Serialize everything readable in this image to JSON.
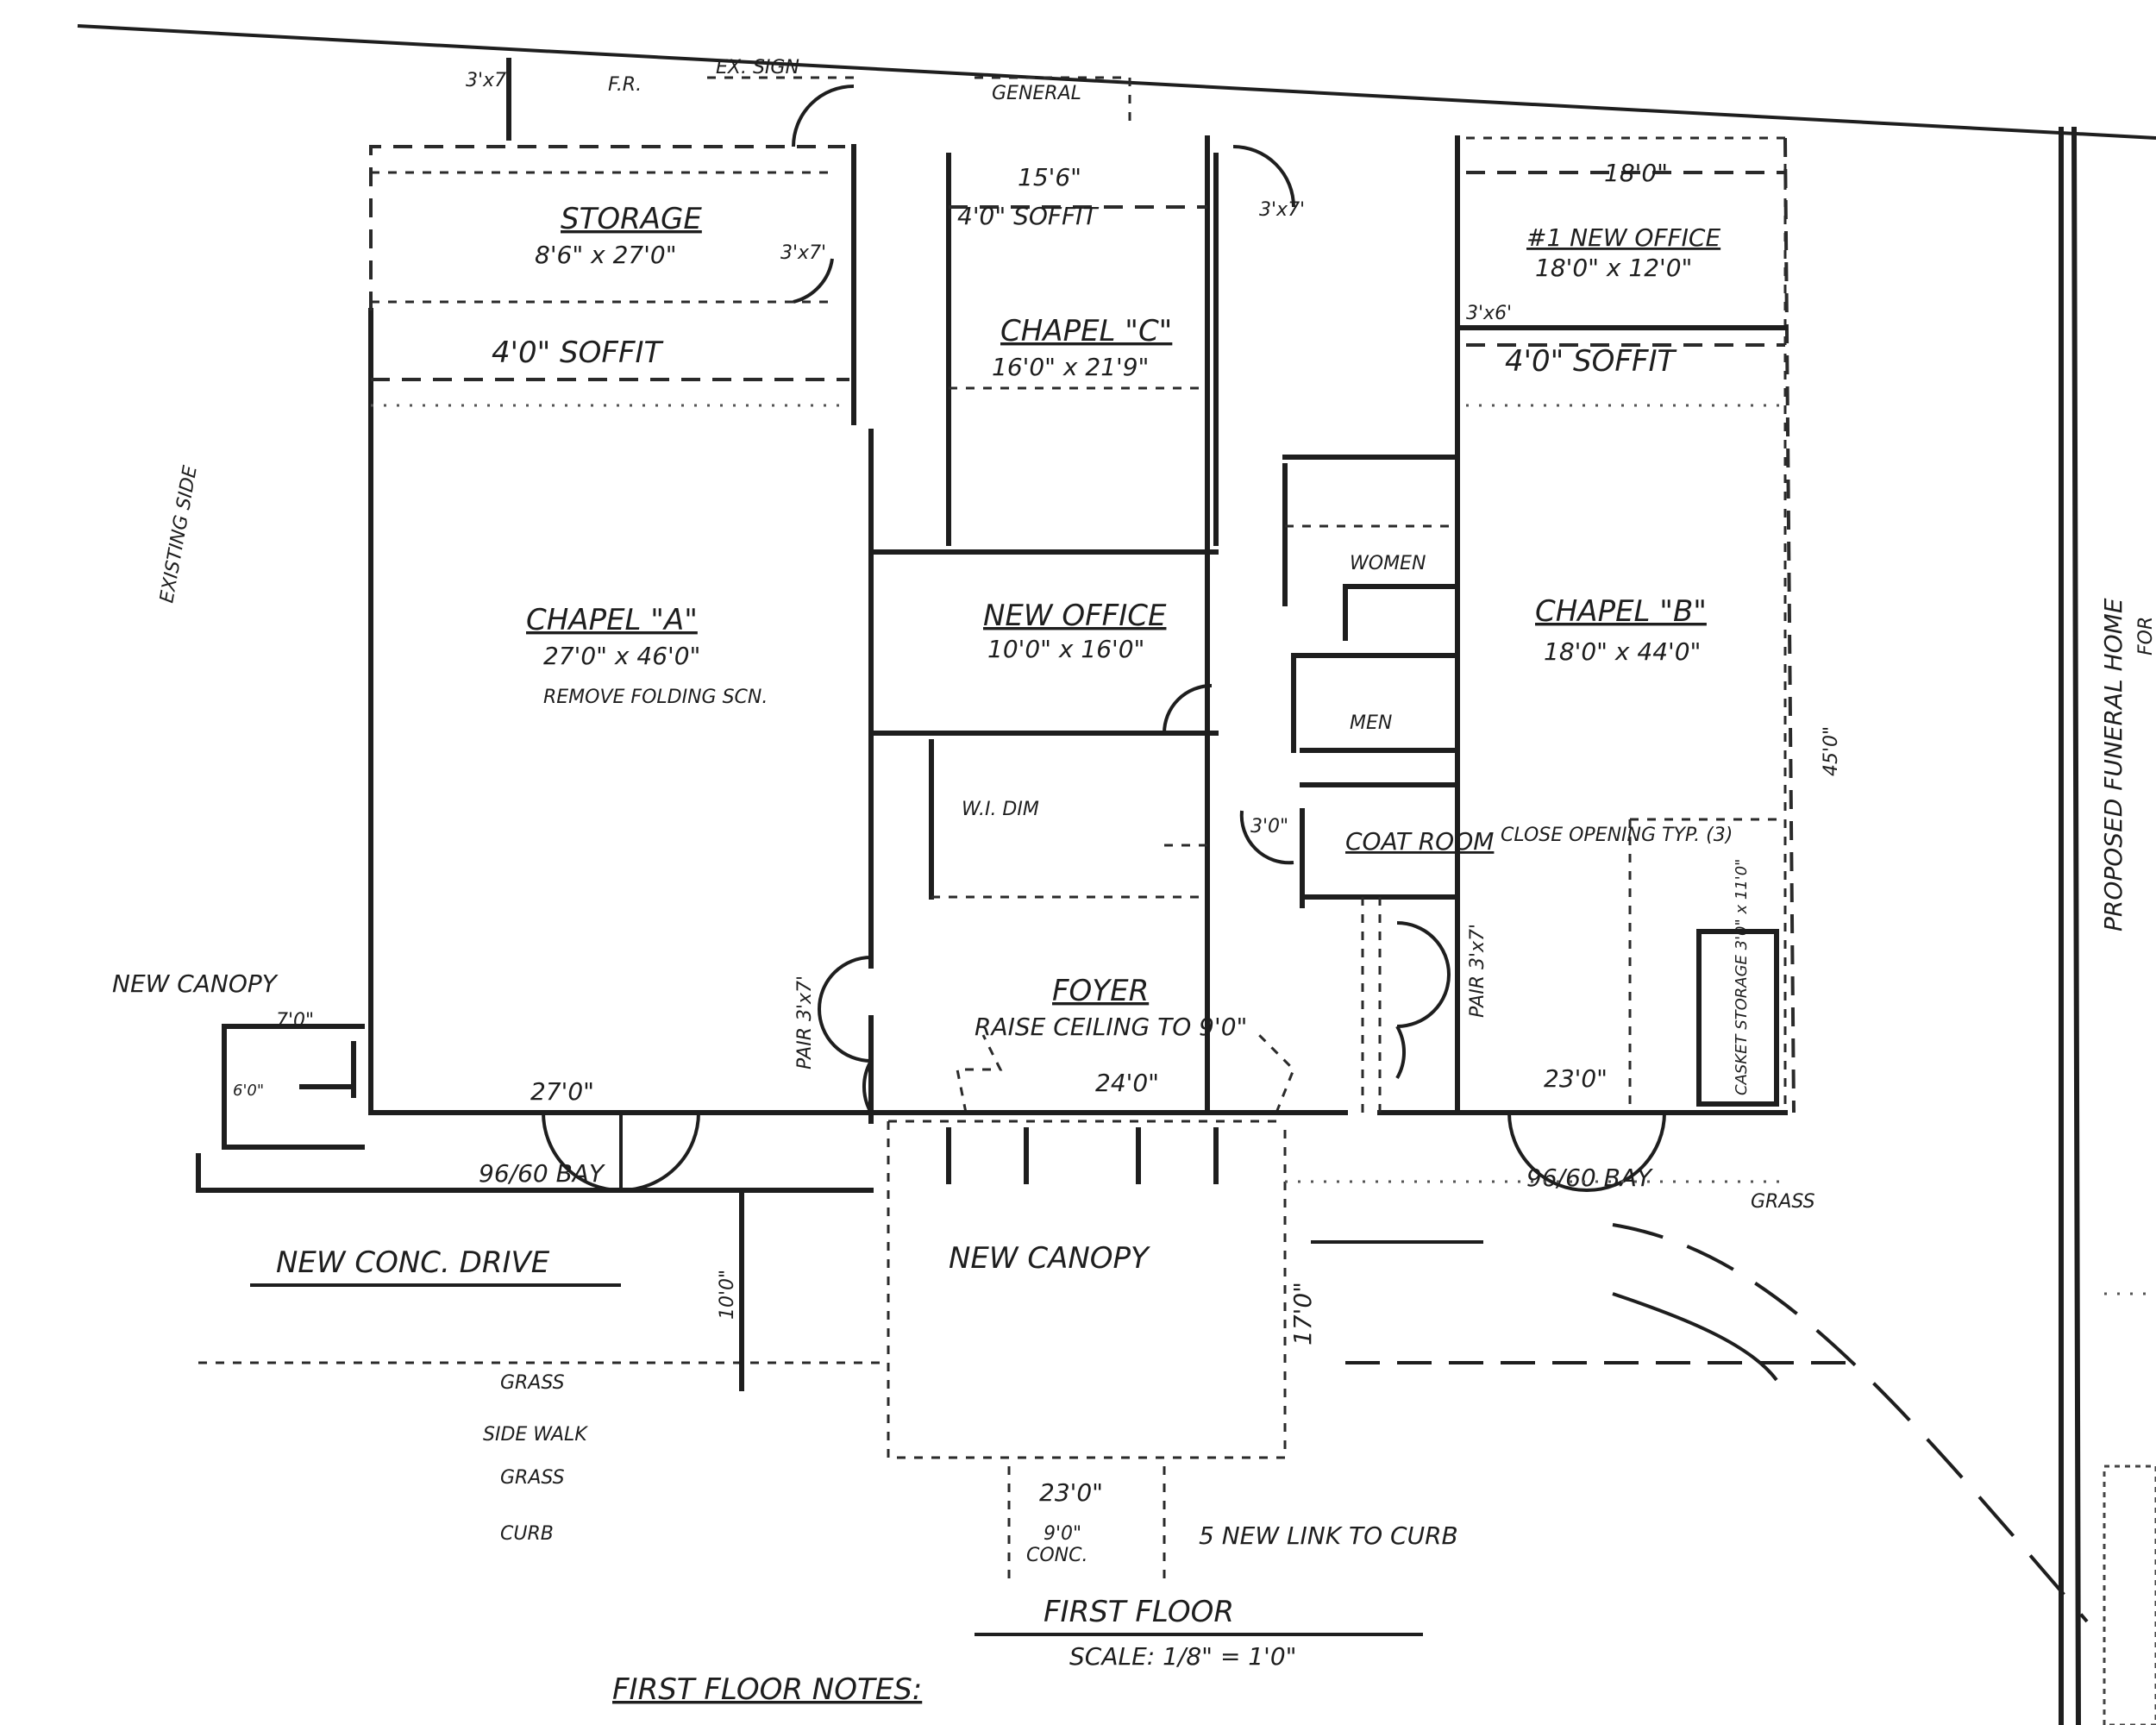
{
  "labels": {
    "storage": "STORAGE",
    "storage_dim": "8'6\" x 27'0\"",
    "soffit_4_left": "4'0\" SOFFIT",
    "soffit_4_chapel_c": "4'0\" SOFFIT",
    "soffit_4_right": "4'0\" SOFFIT",
    "chapel_c": "CHAPEL \"C\"",
    "chapel_c_dim": "16'0\" x 21'9\"",
    "chapel_c_width": "15'6\"",
    "chapel_a": "CHAPEL \"A\"",
    "chapel_a_dim": "27'0\" x 46'0\"",
    "chapel_a_note": "REMOVE FOLDING SCN.",
    "new_office_center": "NEW OFFICE",
    "new_office_center_dim": "10'0\" x 16'0\"",
    "new_office_right": "#1 NEW OFFICE",
    "new_office_right_dim": "18'0\" x 12'0\"",
    "new_office_right_width": "18'0\"",
    "chapel_b": "CHAPEL \"B\"",
    "chapel_b_dim": "18'0\" x 44'0\"",
    "foyer": "FOYER",
    "foyer_note": "RAISE CEILING TO 9'0\"",
    "coat_room": "COAT ROOM",
    "women": "WOMEN",
    "men": "MEN",
    "wi_dim": "W.I. DIM",
    "close_opening": "CLOSE OPENING TYP. (3)",
    "new_canopy_main": "NEW CANOPY",
    "new_canopy_side": "NEW CANOPY",
    "canopy_side_dim": "7'0\"",
    "canopy_side_depth": "6'0\"",
    "new_conc_drive": "NEW CONC. DRIVE",
    "bay_left": "96/60 BAY",
    "bay_right": "96/60 BAY",
    "dim_27": "27'0\"",
    "dim_24": "24'0\"",
    "dim_23": "23'0\"",
    "dim_23b": "23'0\"",
    "dim_10": "10'0\"",
    "dim_17": "17'0\"",
    "dim_45": "45'0\"",
    "dim_9": "9'0\"",
    "conc": "CONC.",
    "door_pair_left": "PAIR 3'x7'",
    "door_pair_right": "PAIR 3'x7'",
    "door_37": "3'x7'",
    "door_30": "3'0\"",
    "door_36": "3'x6'",
    "door_37b": "3'x7'",
    "door_37c": "3'x7'",
    "fr": "F.R.",
    "ex_sign": "EX. SIGN",
    "general": "GENERAL",
    "new_link": "5 NEW LINK TO CURB",
    "grass_left": "GRASS",
    "grass_right": "GRASS",
    "grass_b": "GRASS",
    "side_walk": "SIDE WALK",
    "curb": "CURB",
    "existing_side": "EXISTING SIDE",
    "sheet_title": "FIRST FLOOR",
    "scale": "SCALE: 1/8\" = 1'0\"",
    "notes_title": "FIRST FLOOR NOTES:",
    "side_title_a": "PROPOSED FUNERAL HOME",
    "side_title_b": "FOR",
    "casket_storage": "CASKET STORAGE 3'0\" x 11'0\""
  }
}
